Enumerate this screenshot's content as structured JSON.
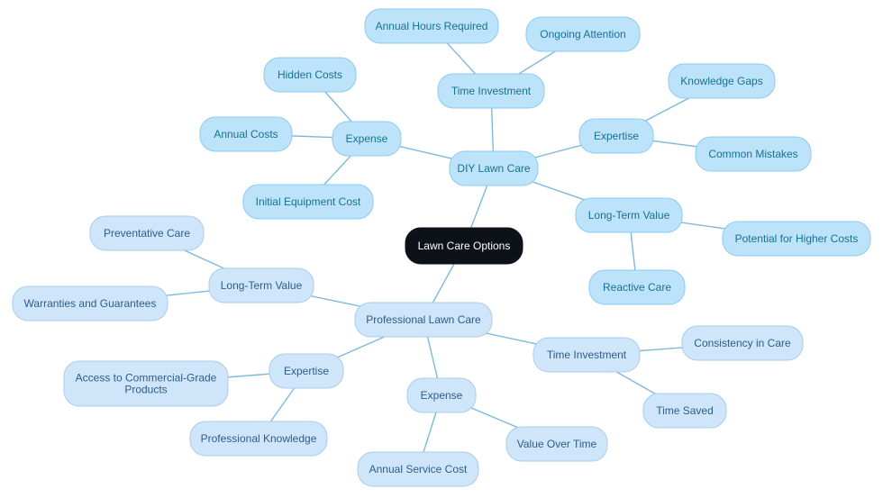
{
  "colors": {
    "root_fill": "#0d1218",
    "root_text": "#ffffff",
    "diy_fill": "#bde3fb",
    "diy_stroke": "#8ccbf0",
    "diy_text": "#17728f",
    "pro_fill": "#cfe5fa",
    "pro_stroke": "#a7cdef",
    "pro_text": "#2c5e89",
    "edge": "#7fb8dd"
  },
  "mindmap": {
    "root": {
      "label": "Lawn Care Options"
    },
    "diy": {
      "label": "DIY Lawn Care",
      "time_investment": {
        "label": "Time Investment",
        "children": [
          "Annual Hours Required",
          "Ongoing Attention"
        ]
      },
      "expense": {
        "label": "Expense",
        "children": [
          "Hidden Costs",
          "Annual Costs",
          "Initial Equipment Cost"
        ]
      },
      "expertise": {
        "label": "Expertise",
        "children": [
          "Knowledge Gaps",
          "Common Mistakes"
        ]
      },
      "long_term_value": {
        "label": "Long-Term Value",
        "children": [
          "Potential for Higher Costs",
          "Reactive Care"
        ]
      }
    },
    "professional": {
      "label": "Professional Lawn Care",
      "long_term_value": {
        "label": "Long-Term Value",
        "children": [
          "Preventative Care",
          "Warranties and Guarantees"
        ]
      },
      "expertise": {
        "label": "Expertise",
        "children": [
          "Access to Commercial-Grade\nProducts",
          "Professional Knowledge"
        ]
      },
      "expense": {
        "label": "Expense",
        "children": [
          "Annual Service Cost",
          "Value Over Time"
        ]
      },
      "time_investment": {
        "label": "Time Investment",
        "children": [
          "Consistency in Care",
          "Time Saved"
        ]
      }
    }
  }
}
